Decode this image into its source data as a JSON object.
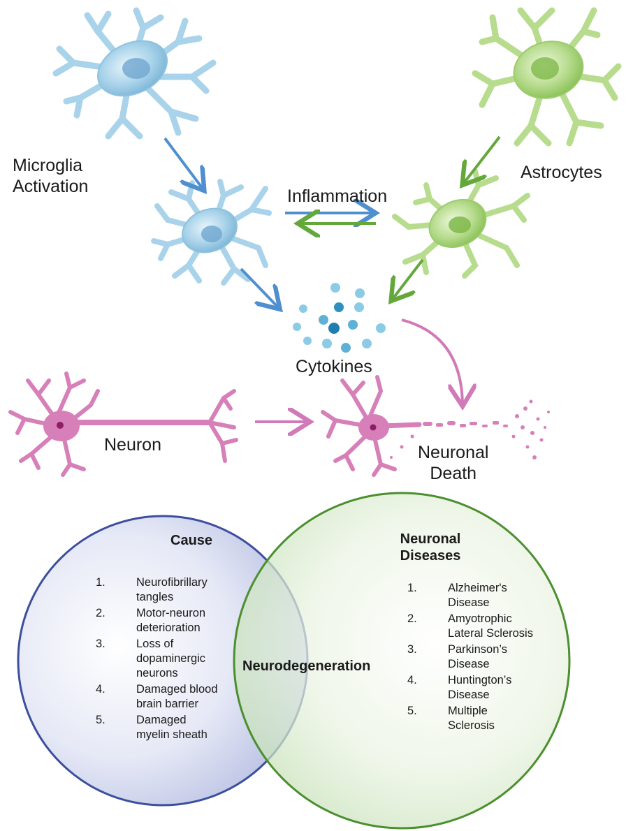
{
  "labels": {
    "microglia": [
      "Microglia",
      "Activation"
    ],
    "astrocytes": "Astrocytes",
    "inflammation": "Inflammation",
    "cytokines": "Cytokines",
    "neuron": "Neuron",
    "neuronal_death": [
      "Neuronal",
      "Death"
    ]
  },
  "venn": {
    "cause": {
      "title": "Cause",
      "items": [
        {
          "num": "1.",
          "text": "Neurofibrillary\ntangles"
        },
        {
          "num": "2.",
          "text": "Motor-neuron\ndeterioration"
        },
        {
          "num": "3.",
          "text": "Loss of\ndopaminergic\nneurons"
        },
        {
          "num": "4.",
          "text": "Damaged blood\nbrain barrier"
        },
        {
          "num": "5.",
          "text": "Damaged\nmyelin sheath"
        }
      ]
    },
    "diseases": {
      "title": [
        "Neuronal",
        "Diseases"
      ],
      "items": [
        {
          "num": "1.",
          "text": "Alzheimer's\nDisease"
        },
        {
          "num": "2.",
          "text": "Amyotrophic\nLateral Sclerosis"
        },
        {
          "num": "3.",
          "text": "Parkinson’s\nDisease"
        },
        {
          "num": "4.",
          "text": "Huntington’s\nDisease"
        },
        {
          "num": "5.",
          "text": "Multiple\nSclerosis"
        }
      ]
    },
    "intersection": "Neurodegeneration"
  },
  "colors": {
    "microglia": "#a9d3ea",
    "microglia_dark": "#5a9cc4",
    "astrocyte": "#b7dc8e",
    "astrocyte_dark": "#6aa53c",
    "neuron": "#d77fb8",
    "neuron_dark": "#8e1c66",
    "arrow_blue": "#4f8fd0",
    "arrow_green": "#64a83c",
    "arrow_pink": "#d07ab8",
    "venn_blue": "#3c4f9e",
    "venn_green": "#4b8f2e"
  }
}
